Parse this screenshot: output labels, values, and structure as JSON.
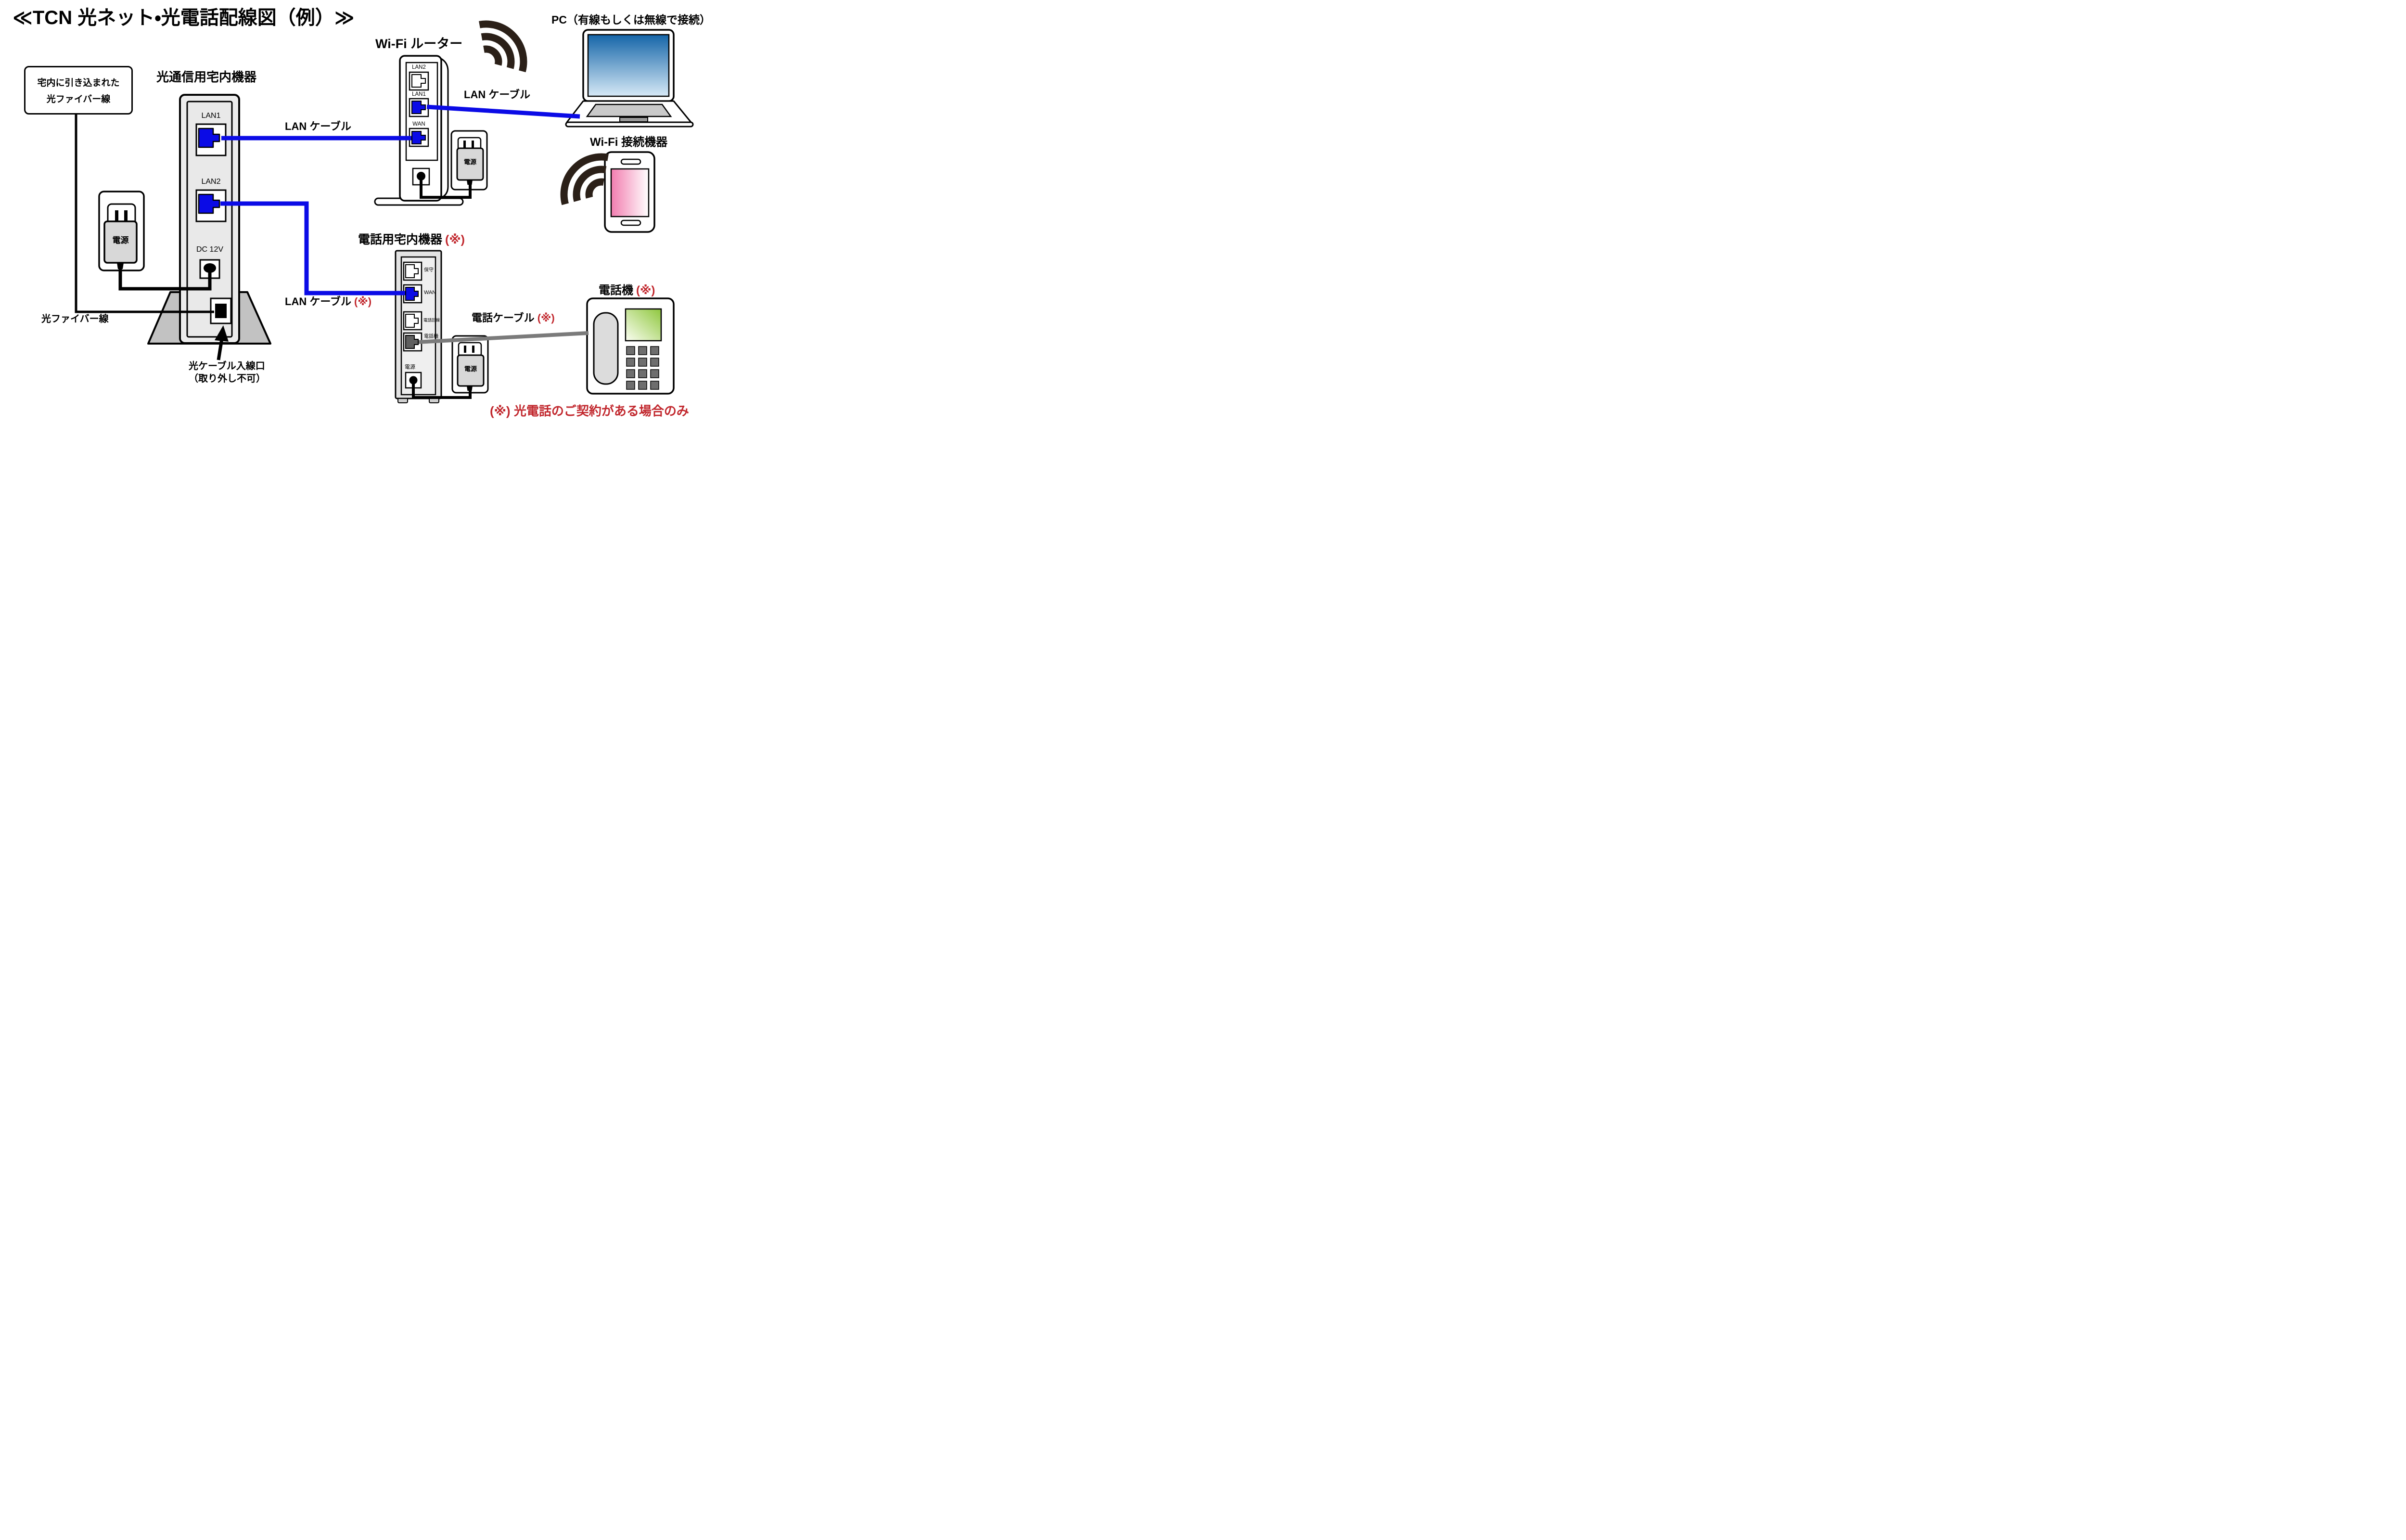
{
  "title": "≪TCN 光ネット・光電話配線図（例）≫",
  "colors": {
    "cable_blue": "#0b0be6",
    "note_red": "#c1272d",
    "cable_gray": "#7b7b7b",
    "signal_dark": "#2b2018",
    "device_gray": "#ececec"
  },
  "fiber_box": {
    "line1": "宅内に引き込まれた",
    "line2": "光ファイバー線"
  },
  "fiber_line_label": "光ファイバー線",
  "onu": {
    "name": "光通信用宅内機器",
    "lan1": "LAN1",
    "lan2": "LAN2",
    "dc": "DC 12V",
    "inlet_line1": "光ケーブル入線口",
    "inlet_line2": "（取り外し不可）"
  },
  "power_adapter_label": "電源",
  "router": {
    "name": "Wi-Fi ルーター",
    "lan2": "LAN2",
    "lan1": "LAN1",
    "wan": "WAN"
  },
  "pc_label": "PC（有線もしくは無線で接続）",
  "wifi_device_label": "Wi-Fi 接続機器",
  "phone_adapter": {
    "name": "電話用宅内機器",
    "note": "(※)",
    "port_hoshu": "保守",
    "port_wan": "WAN",
    "port_line": "電話回線",
    "port_phone": "電話機",
    "port_power": "電源"
  },
  "telephone": {
    "name": "電話機",
    "note": "(※)"
  },
  "cable_labels": {
    "lan_onu_router": "LAN ケーブル",
    "lan_router_pc": "LAN ケーブル",
    "lan_phone": "LAN ケーブル",
    "lan_phone_note": "(※)",
    "tel": "電話ケーブル",
    "tel_note": "(※)"
  },
  "footnote": "(※) 光電話のご契約がある場合のみ"
}
